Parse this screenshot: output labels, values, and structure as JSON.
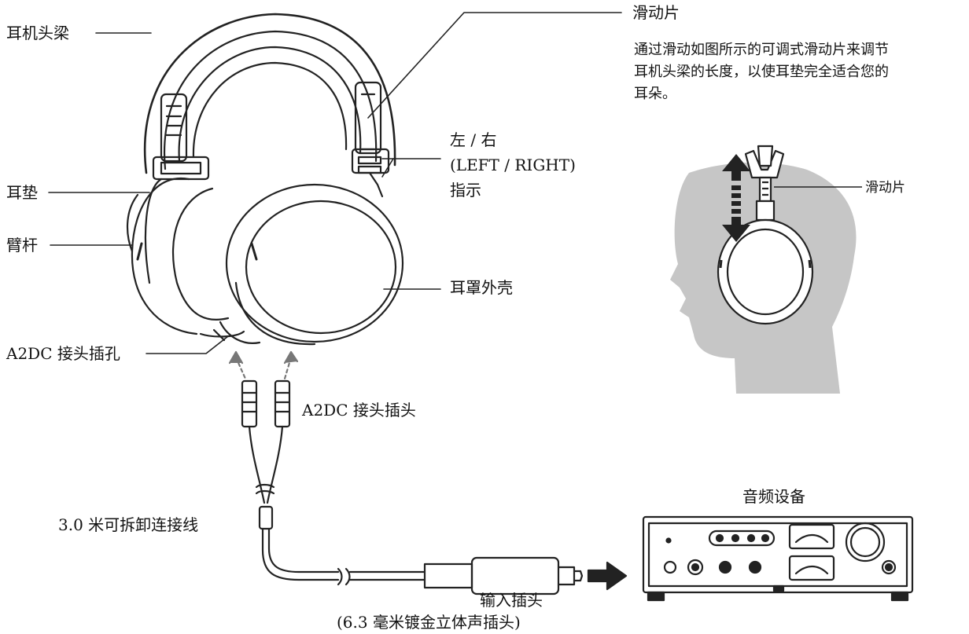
{
  "labels": {
    "headband": "耳机头梁",
    "earpad": "耳垫",
    "arm": "臂杆",
    "a2dc_jack": "A2DC 接头插孔",
    "slider": "滑动片",
    "lr_title": "左 / 右",
    "lr_sub": "(LEFT  /  RIGHT)",
    "lr_tail": "指示",
    "earcup_shell": "耳罩外壳",
    "a2dc_plug": "A2DC 接头插头",
    "cable": "3.0 米可拆卸连接线",
    "audio_device": "音频设备",
    "input_plug": "输入插头",
    "input_plug_sub": "(6.3 毫米镀金立体声插头)"
  },
  "slider_desc": [
    "通过滑动如图所示的可调式滑动片来调节",
    "耳机头梁的长度，以使耳垫完全适合您的",
    "耳朵。"
  ],
  "inset": {
    "slider_label": "滑动片"
  }
}
